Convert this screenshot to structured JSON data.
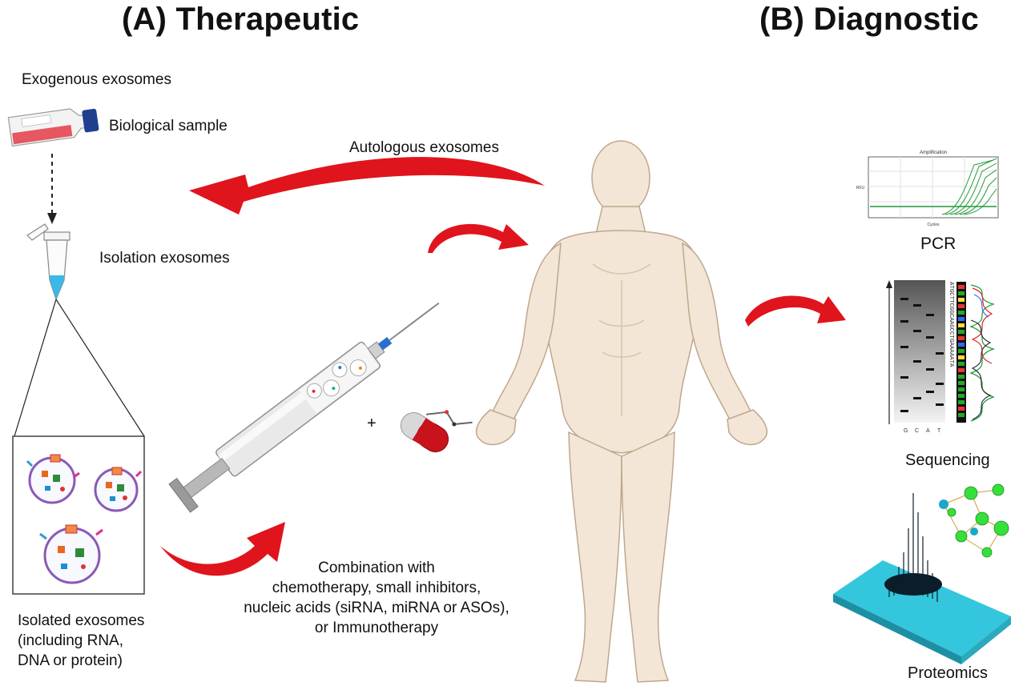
{
  "titles": {
    "therapeutic": "(A) Therapeutic",
    "diagnostic": "(B) Diagnostic"
  },
  "labels": {
    "exogenous": "Exogenous exosomes",
    "biological_sample": "Biological sample",
    "isolation": "Isolation exosomes",
    "autologous": "Autologous exosomes",
    "isolated_lines": [
      "Isolated exosomes",
      "(including RNA,",
      "DNA or protein)"
    ],
    "combination_lines": [
      "Combination with",
      "chemotherapy, small inhibitors,",
      "nucleic acids (siRNA, miRNA or ASOs),",
      "or Immunotherapy"
    ],
    "plus": "+",
    "pcr": "PCR",
    "sequencing": "Sequencing",
    "proteomics": "Proteomics",
    "pcr_plot_title": "Amplification",
    "pcr_plot_xlabel": "Cycles",
    "pcr_plot_ylabel": "RFU",
    "sequencing_bases_bottom": [
      "G",
      "C",
      "A",
      "T"
    ],
    "sequencing_read": "ATGCTTCGGCAAGCCTGAAAAATA"
  },
  "colors": {
    "arrow_red": "#e0141c",
    "skin": "#f3e6d6",
    "skin_shadow": "#d8c4ad",
    "flask_red": "#e33b47",
    "tube_blue": "#3bb8e8",
    "pcr_green": "#1f9a3a",
    "proteomics_cyan": "#34c6dc"
  },
  "icons": {
    "flask": "culture-flask-icon",
    "tube": "microcentrifuge-tube-icon",
    "syringe": "syringe-icon",
    "capsule": "capsule-icon",
    "body": "human-body-icon",
    "pcr": "pcr-amplification-plot-icon",
    "sequencing": "sequencing-gel-icon",
    "proteomics": "proteomics-3d-plot-icon"
  }
}
